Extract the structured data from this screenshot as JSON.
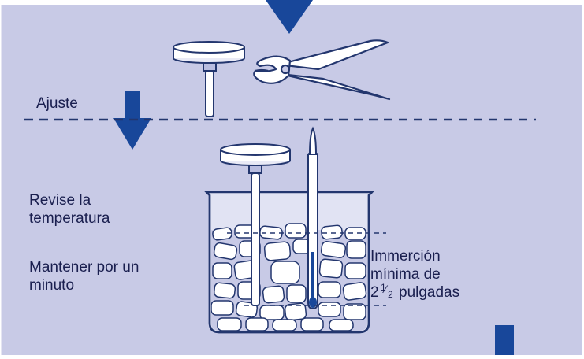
{
  "colors": {
    "panel": "#c8cae6",
    "arrow": "#18479a",
    "ink": "#1a1f4f",
    "line": "#23366e"
  },
  "labels": {
    "adjust": "Ajuste",
    "check_temp": [
      "Revise la",
      "temperatura"
    ],
    "hold": [
      "Mantener por un",
      "minuto"
    ],
    "immersion": [
      "Immerción",
      "mínima de"
    ],
    "immersion_last_whole": "2",
    "immersion_frac_num": "1",
    "immersion_frac_den": "2",
    "immersion_unit": "pulgadas"
  },
  "icons": [
    "down-arrow-icon",
    "thermometer-icon",
    "pliers-icon",
    "beaker-icon",
    "ice-icon"
  ]
}
